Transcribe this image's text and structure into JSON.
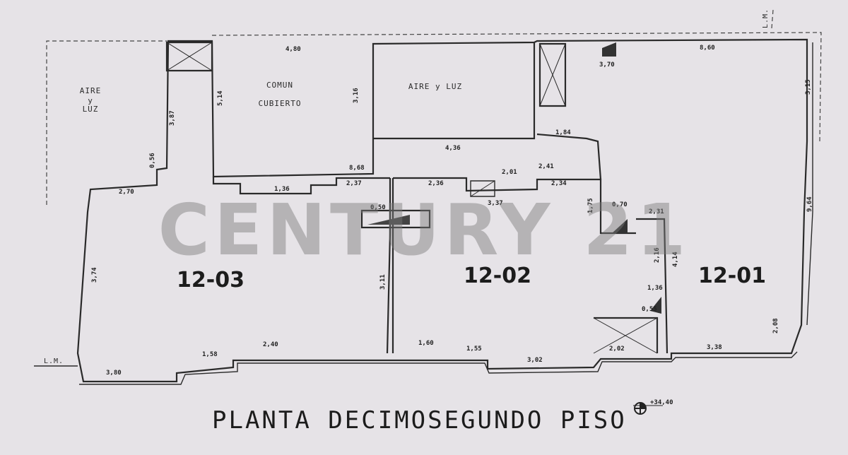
{
  "plan": {
    "title": "PLANTA DECIMOSEGUNDO PISO",
    "level": "+34,40",
    "watermark": "CENTURY 21",
    "line_marker": "L.M.",
    "areas": {
      "aire_luz_left": [
        "AIRE",
        "y",
        "LUZ"
      ],
      "comun_cubierto": [
        "COMUN",
        "CUBIERTO"
      ],
      "aire_luz_center": "AIRE y LUZ"
    },
    "units": {
      "left": "12-03",
      "middle": "12-02",
      "right": "12-01"
    },
    "dimensions": {
      "d1": "4,80",
      "d2": "4,36",
      "d3": "8,60",
      "d4": "8,68",
      "d5": "2,41",
      "d6": "3,16",
      "d7": "5,14",
      "d8": "2,37",
      "d9": "3,87",
      "d10": "1,84",
      "d11": "3,70",
      "d12": "0,56",
      "d13": "3,15",
      "d14": "2,70",
      "d15": "1,36",
      "d16": "2,36",
      "d17": "2,34",
      "d18": "3,37",
      "d19": "2,01",
      "d20": "2,31",
      "d21": "1,75",
      "d22": "3,74",
      "d23": "3,80",
      "d24": "1,58",
      "d25": "2,40",
      "d26": "1,60",
      "d27": "1,55",
      "d28": "3,02",
      "d29": "2,02",
      "d30": "3,38",
      "d31": "3,11",
      "d32": "2,16",
      "d33": "4,14",
      "d34": "0,70",
      "d35": "1,36",
      "d36": "0,55",
      "d37": "2,08",
      "d38": "9,64",
      "d39": "0,50"
    }
  }
}
